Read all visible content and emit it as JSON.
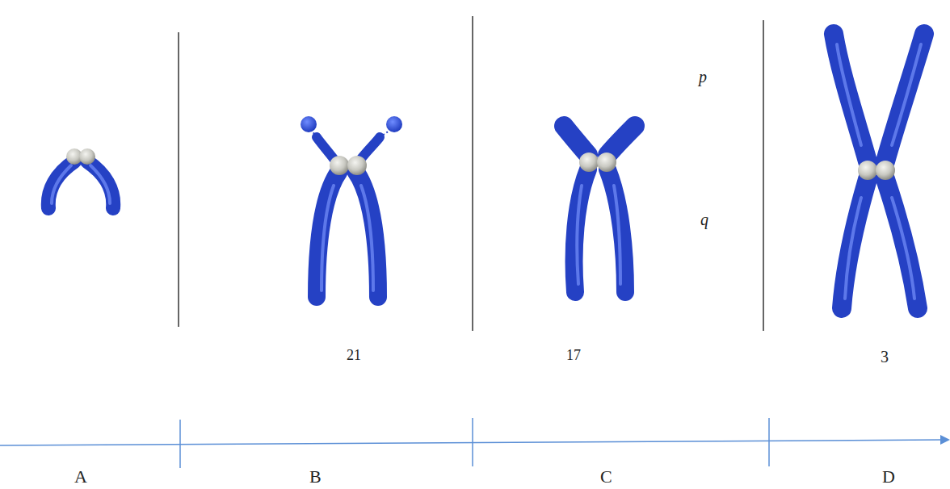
{
  "diagram": {
    "labels": [
      "21",
      "17",
      "p",
      "q",
      "3",
      "A",
      "B",
      "C",
      "D"
    ]
  }
}
